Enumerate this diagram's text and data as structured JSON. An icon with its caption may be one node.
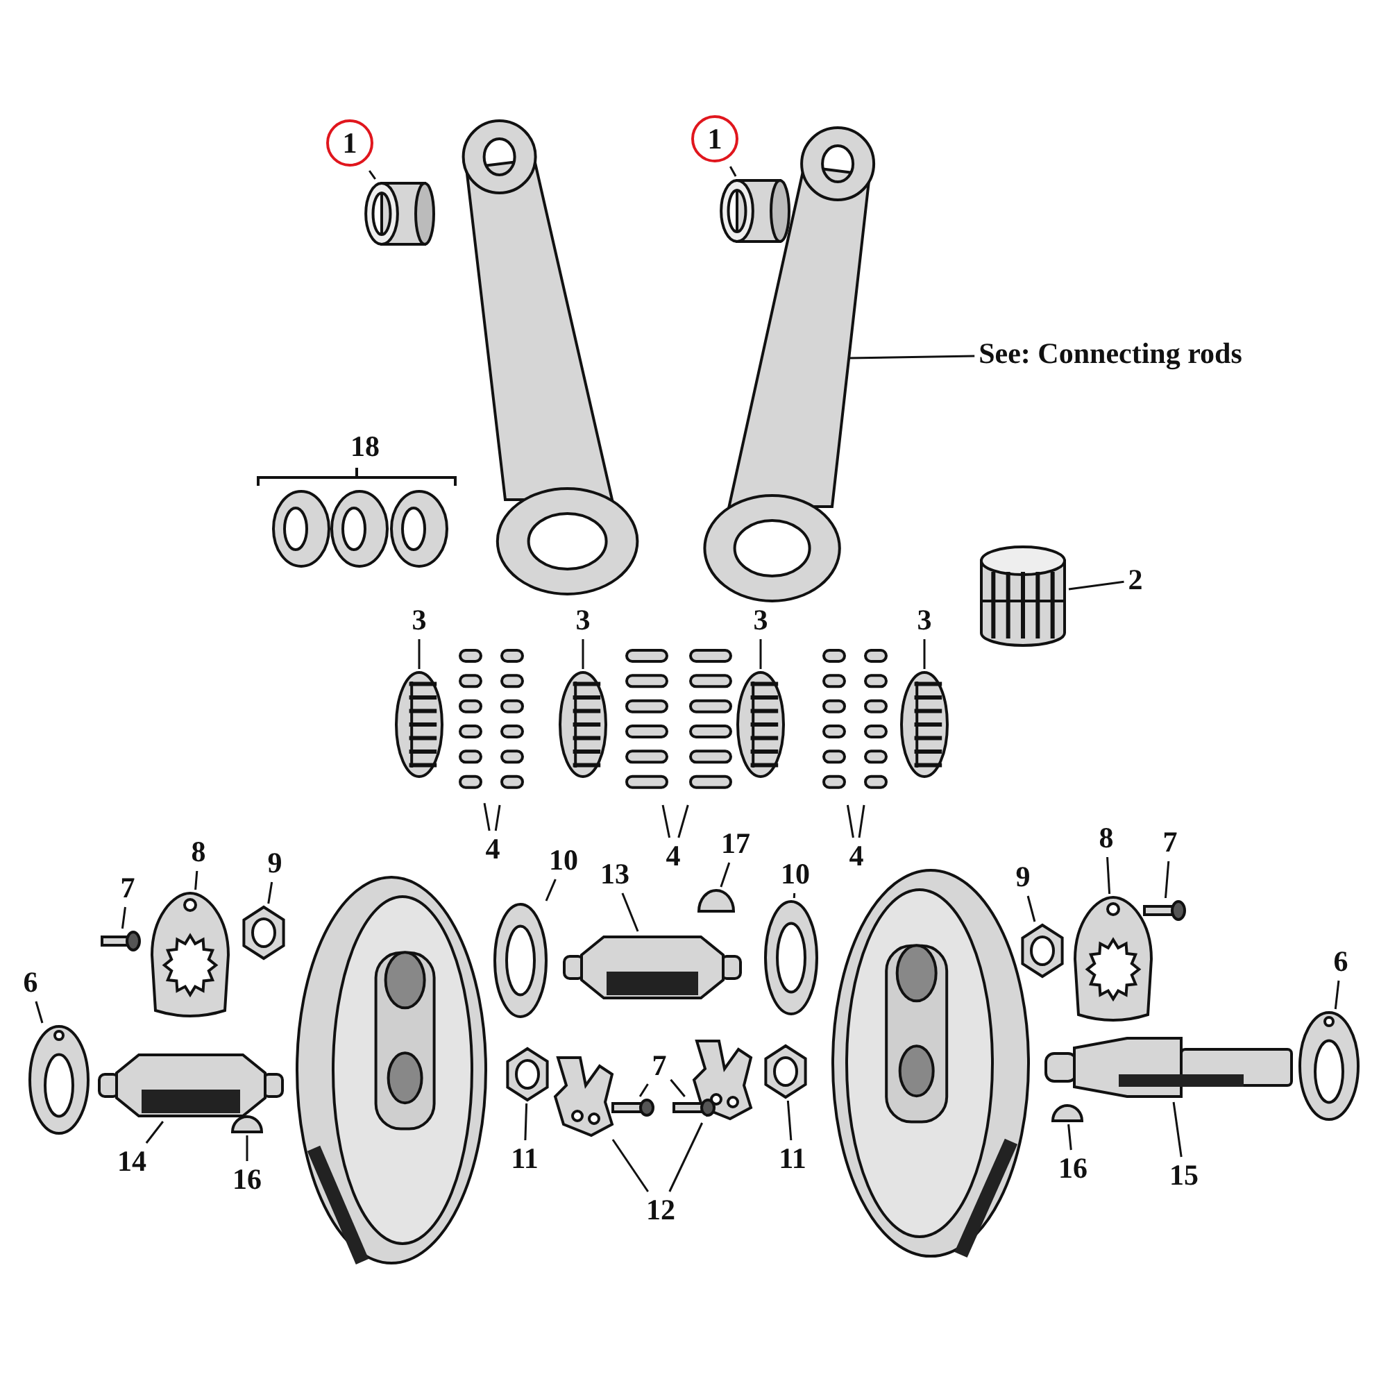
{
  "diagram": {
    "nodes": [
      {
        "text": [
          "1"
        ]
      },
      {
        "text": [],
        "shape": "cylinder"
      },
      {
        "text": [
          "1"
        ]
      },
      {
        "text": [],
        "shape": "cylinder"
      },
      {
        "text": [],
        "shape": "picture"
      },
      {
        "text": [
          "See: Connecting rods"
        ]
      },
      {
        "text": [
          "2"
        ]
      },
      {
        "text": [],
        "shape": "picture"
      },
      {
        "text": [
          "3"
        ]
      },
      {
        "text": [
          "3"
        ]
      },
      {
        "text": [
          "3"
        ]
      },
      {
        "text": [
          "3"
        ]
      },
      {
        "text": [],
        "shape": "picture"
      },
      {
        "text": [],
        "shape": "picture"
      },
      {
        "text": [],
        "shape": "picture"
      },
      {
        "text": [],
        "shape": "picture"
      },
      {
        "text": [],
        "shape": "picture"
      },
      {
        "text": [],
        "shape": "picture"
      },
      {
        "text": [],
        "shape": "picture"
      },
      {
        "text": [],
        "shape": "picture"
      },
      {
        "text": [],
        "shape": "picture"
      },
      {
        "text": [],
        "shape": "picture"
      },
      {
        "text": [
          "4"
        ]
      },
      {
        "text": [
          "4"
        ]
      },
      {
        "text": [
          "4"
        ]
      },
      {
        "text": [
          "17"
        ]
      },
      {
        "text": [
          "8"
        ]
      },
      {
        "text": [
          "10"
        ]
      },
      {
        "text": [
          "13"
        ]
      },
      {
        "text": [
          "10"
        ]
      },
      {
        "text": [
          "9"
        ]
      },
      {
        "text": [
          "8"
        ]
      },
      {
        "text": [
          "7"
        ]
      },
      {
        "text": [
          "7"
        ]
      },
      {
        "text": [
          "9"
        ]
      },
      {
        "text": [],
        "shape": "semicircle"
      },
      {
        "text": [],
        "shape": "ring"
      },
      {
        "text": [],
        "shape": "ring"
      },
      {
        "text": [],
        "shape": "picture"
      },
      {
        "text": [],
        "shape": "picture"
      },
      {
        "text": [],
        "shape": "plate"
      },
      {
        "text": [],
        "shape": "picture"
      },
      {
        "text": [],
        "shape": "plate"
      },
      {
        "text": [],
        "shape": "picture"
      },
      {
        "text": [],
        "shape": "picture"
      },
      {
        "text": [
          "6"
        ]
      },
      {
        "text": [
          "6"
        ]
      },
      {
        "text": [],
        "shape": "ring"
      },
      {
        "text": [],
        "shape": "ring"
      },
      {
        "text": [],
        "shape": "picture"
      },
      {
        "text": [],
        "shape": "picture"
      },
      {
        "text": [],
        "shape": "picture"
      },
      {
        "text": [],
        "shape": "picture"
      },
      {
        "text": [],
        "shape": "picture"
      },
      {
        "text": [],
        "shape": "picture"
      },
      {
        "text": [
          "7"
        ]
      },
      {
        "text": [],
        "shape": "picture"
      },
      {
        "text": [],
        "shape": "picture"
      },
      {
        "text": [],
        "shape": "semicircle"
      },
      {
        "text": [],
        "shape": "semicircle"
      },
      {
        "text": [
          "11"
        ]
      },
      {
        "text": [
          "11"
        ]
      },
      {
        "text": [
          "14"
        ]
      },
      {
        "text": [
          "16"
        ]
      },
      {
        "text": [
          "16"
        ]
      },
      {
        "text": [
          "15"
        ]
      },
      {
        "text": [
          "12"
        ]
      }
    ],
    "edges": [
      {
        "from": 0,
        "to": 1,
        "arrow": "none"
      },
      {
        "from": 2,
        "to": 3,
        "arrow": "none"
      },
      {
        "from": 5,
        "to": 4,
        "arrow": "none"
      },
      {
        "from": 6,
        "to": 7,
        "arrow": "none"
      },
      {
        "from": 8,
        "to": 12,
        "arrow": "none"
      },
      {
        "from": 9,
        "to": 13,
        "arrow": "none"
      },
      {
        "from": 10,
        "to": 14,
        "arrow": "none"
      },
      {
        "from": 11,
        "to": 15,
        "arrow": "none"
      },
      {
        "from": 22,
        "to": 16,
        "arrow": "none"
      },
      {
        "from": 22,
        "to": 17,
        "arrow": "none"
      },
      {
        "from": 23,
        "to": 18,
        "arrow": "none"
      },
      {
        "from": 23,
        "to": 19,
        "arrow": "none"
      },
      {
        "from": 24,
        "to": 20,
        "arrow": "none"
      },
      {
        "from": 24,
        "to": 21,
        "arrow": "none"
      },
      {
        "from": 25,
        "to": 35,
        "arrow": "none"
      },
      {
        "from": 26,
        "to": 40,
        "arrow": "none"
      },
      {
        "from": 27,
        "to": 36,
        "arrow": "none"
      },
      {
        "from": 28,
        "to": 44,
        "arrow": "none"
      },
      {
        "from": 29,
        "to": 37,
        "arrow": "none"
      },
      {
        "from": 30,
        "to": 43,
        "arrow": "none"
      },
      {
        "from": 31,
        "to": 42,
        "arrow": "none"
      },
      {
        "from": 32,
        "to": 38,
        "arrow": "none"
      },
      {
        "from": 33,
        "to": 39,
        "arrow": "none"
      },
      {
        "from": 34,
        "to": 41,
        "arrow": "none"
      },
      {
        "from": 45,
        "to": 48,
        "arrow": "none"
      },
      {
        "from": 46,
        "to": 47,
        "arrow": "none"
      },
      {
        "from": 55,
        "to": 56,
        "arrow": "none"
      },
      {
        "from": 55,
        "to": 57,
        "arrow": "none"
      },
      {
        "from": 60,
        "to": 50,
        "arrow": "none"
      },
      {
        "from": 61,
        "to": 49,
        "arrow": "none"
      },
      {
        "from": 62,
        "to": 53,
        "arrow": "none"
      },
      {
        "from": 63,
        "to": 59,
        "arrow": "none"
      },
      {
        "from": 64,
        "to": 58,
        "arrow": "none"
      },
      {
        "from": 65,
        "to": 54,
        "arrow": "none"
      },
      {
        "from": 66,
        "to": 52,
        "arrow": "none"
      },
      {
        "from": 66,
        "to": 51,
        "arrow": "none"
      }
    ],
    "labels": [
      "18"
    ]
  }
}
